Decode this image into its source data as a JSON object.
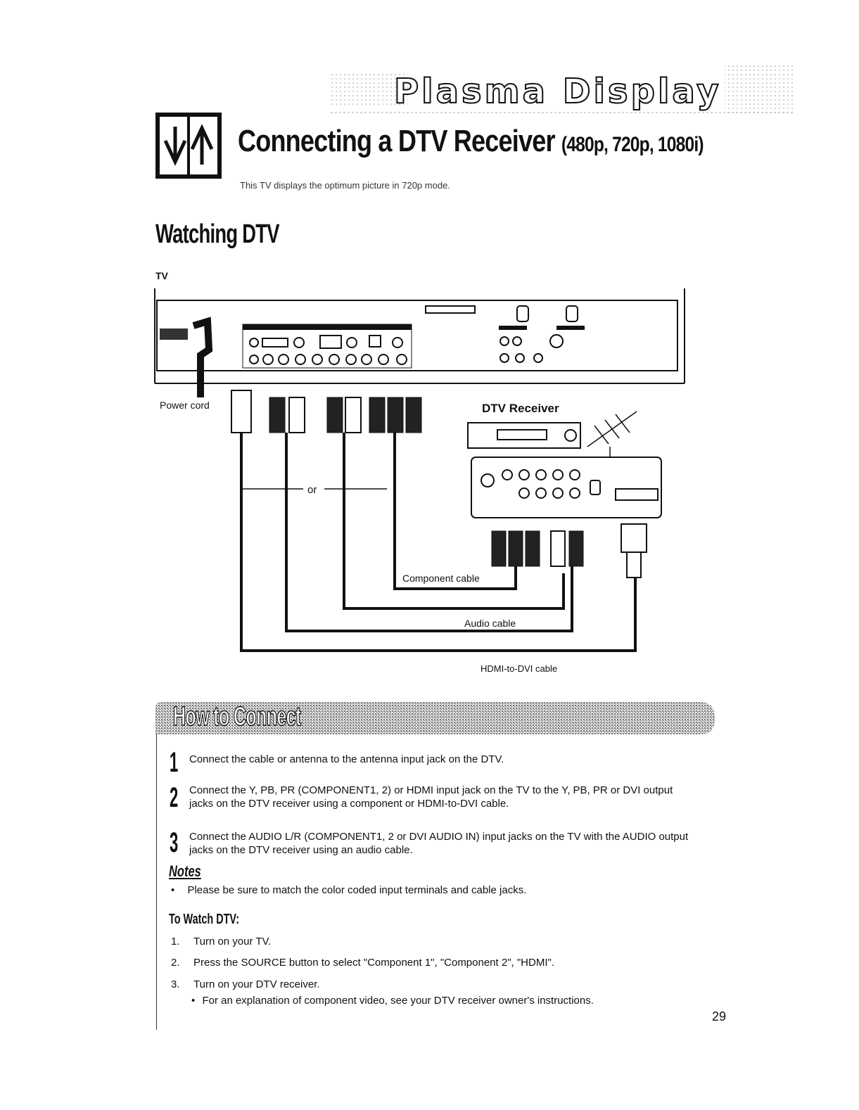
{
  "header": {
    "brand": "Plasma Display",
    "title_main": "Connecting a DTV Receiver",
    "title_res": "(480p, 720p, 1080i)",
    "intro_note": "This TV displays the optimum picture in 720p mode."
  },
  "watching": {
    "heading": "Watching DTV",
    "tv_label": "TV"
  },
  "diagram": {
    "power_cord": "Power cord",
    "or": "or",
    "dtv_receiver": "DTV Receiver",
    "component_cable": "Component cable",
    "audio_cable": "Audio cable",
    "hdmi_dvi_cable": "HDMI-to-DVI cable"
  },
  "how_to": {
    "title": "How to Connect",
    "steps": [
      {
        "num": "1",
        "text": "Connect the cable or antenna to the antenna input jack on the DTV."
      },
      {
        "num": "2",
        "text": "Connect the Y, PB, PR (COMPONENT1, 2) or HDMI input jack on the TV to the Y, PB, PR or DVI output jacks on the DTV receiver using a component or HDMI-to-DVI cable."
      },
      {
        "num": "3",
        "text": "Connect the AUDIO L/R (COMPONENT1, 2 or DVI AUDIO IN) input jacks on the TV with the AUDIO output jacks on the DTV receiver using an audio cable."
      }
    ],
    "notes_title": "Notes",
    "notes": [
      "Please be sure to match the color coded input terminals and cable jacks."
    ]
  },
  "to_watch": {
    "title": "To Watch DTV:",
    "items": [
      {
        "num": "1.",
        "text": "Turn on your TV."
      },
      {
        "num": "2.",
        "text": "Press the SOURCE button to select \"Component 1\", \"Component 2\", \"HDMI\"."
      },
      {
        "num": "3.",
        "text": "Turn on your DTV receiver."
      }
    ],
    "sub_bullet": "For an explanation of component video, see your DTV receiver owner's instructions."
  },
  "page_number": "29"
}
